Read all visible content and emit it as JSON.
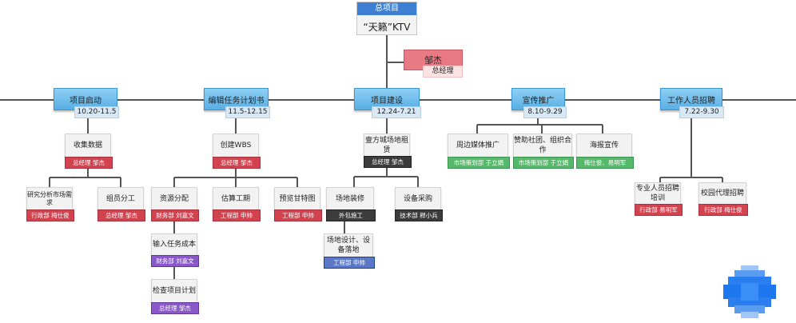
{
  "root": {
    "header": "总项目",
    "title": "“天籁”KTV"
  },
  "manager": {
    "name": "邹杰",
    "role": "总经理"
  },
  "phases": [
    {
      "id": "p1",
      "title": "项目启动",
      "date": "10.20-11.5"
    },
    {
      "id": "p2",
      "title": "编辑任务计划书",
      "date": "11.5-12.15"
    },
    {
      "id": "p3",
      "title": "项目建设",
      "date": "12.24-7.21"
    },
    {
      "id": "p4",
      "title": "宣传推广",
      "date": "8.10-9.29"
    },
    {
      "id": "p5",
      "title": "工作人员招聘",
      "date": "7.22-9.30"
    }
  ],
  "tasks": [
    {
      "id": "t1",
      "text": "收集数据",
      "owner": "总经理 邹杰",
      "color": "red"
    },
    {
      "id": "t2",
      "text": "研究分析市场需求",
      "owner": "行政部 梅仕俊",
      "color": "red"
    },
    {
      "id": "t3",
      "text": "组员分工",
      "owner": "总经理 邹杰",
      "color": "red"
    },
    {
      "id": "t4",
      "text": "创建WBS",
      "owner": "总经理 邹杰",
      "color": "red"
    },
    {
      "id": "t5",
      "text": "资源分配",
      "owner": "财务部 刘嘉文",
      "color": "red"
    },
    {
      "id": "t6",
      "text": "估算工期",
      "owner": "工程部 申帅",
      "color": "red"
    },
    {
      "id": "t7",
      "text": "预览甘特图",
      "owner": "工程部 申帅",
      "color": "red"
    },
    {
      "id": "t8",
      "text": "输入任务成本",
      "owner": "财务部 刘嘉文",
      "color": "purple"
    },
    {
      "id": "t9",
      "text": "检查项目计划",
      "owner": "总经理 邹杰",
      "color": "purple"
    },
    {
      "id": "t10",
      "text": "壹方城场地租赁",
      "owner": "总经理 邹杰",
      "color": "black"
    },
    {
      "id": "t11",
      "text": "场地装修",
      "owner": "外包施工",
      "color": "black"
    },
    {
      "id": "t12",
      "text": "设备采购",
      "owner": "技术部 稈小兵",
      "color": "black"
    },
    {
      "id": "t13",
      "text": "场地设计、设备落地",
      "owner": "工程部 申帅",
      "color": "blue"
    },
    {
      "id": "t14",
      "text": "周边媒体推广",
      "owner": "市场策划部 于立娟",
      "color": "green"
    },
    {
      "id": "t15",
      "text": "赞助社团、组织合作",
      "owner": "市场策划部 于立娟",
      "color": "green"
    },
    {
      "id": "t16",
      "text": "海报宣传",
      "owner": "梅仕俊、易明军",
      "color": "green"
    },
    {
      "id": "t17",
      "text": "专业人员招聘培训",
      "owner": "行政部 易明军",
      "color": "red"
    },
    {
      "id": "t18",
      "text": "校园代理招聘",
      "owner": "行政部 梅仕俊",
      "color": "red"
    }
  ],
  "colors": {
    "phase": "#5aaee4",
    "owner_red": "#d2434f",
    "owner_green": "#55b86a",
    "owner_purple": "#8a58c8",
    "owner_black": "#3c3c3c",
    "owner_blue": "#5a78c6",
    "connector": "#555555"
  }
}
